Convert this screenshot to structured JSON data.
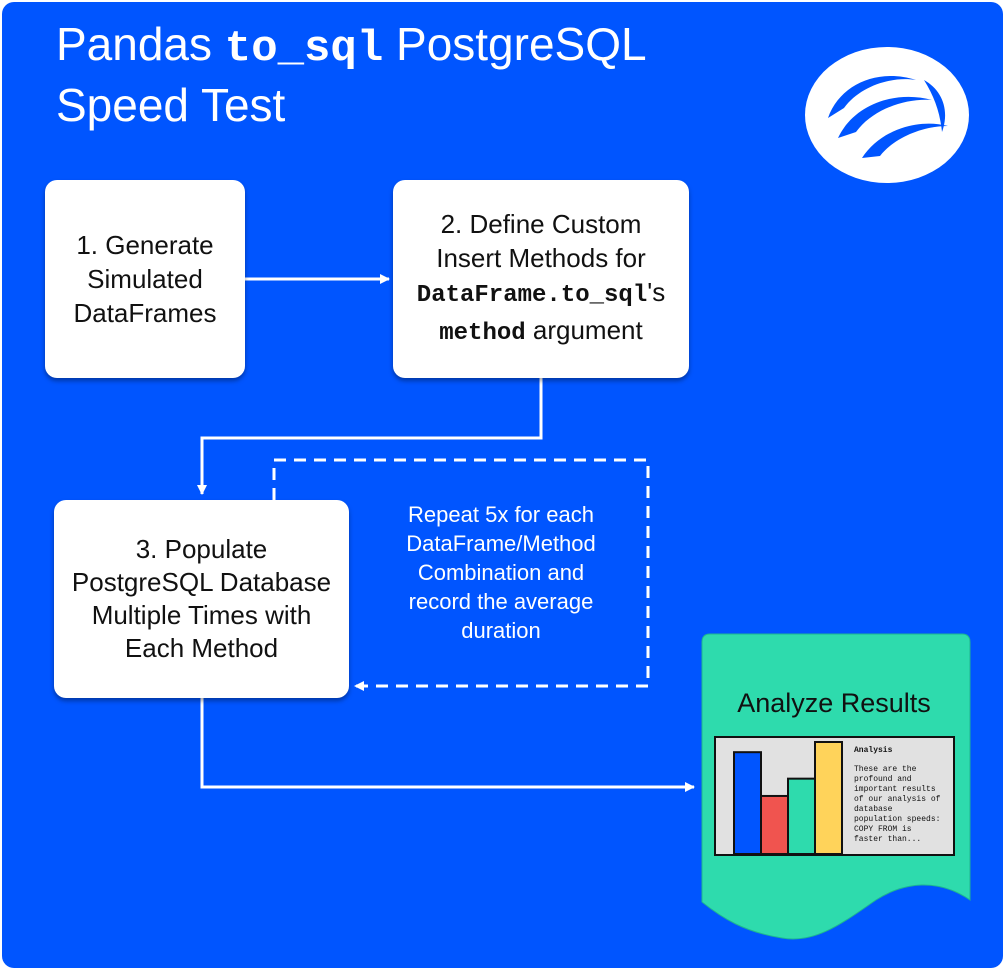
{
  "title": {
    "prefix": "Pandas ",
    "code": "to_sql",
    "line1_suffix": " PostgreSQL",
    "line2": "Speed Test"
  },
  "logo": {
    "icon": "brand-swirl-logo-icon",
    "color": "#0055ff"
  },
  "colors": {
    "background": "#0055ff",
    "box": "#ffffff",
    "document": "#2edbad",
    "arrow": "#ffffff"
  },
  "steps": {
    "generate": {
      "lines": [
        "1. Generate",
        "Simulated",
        "DataFrames"
      ]
    },
    "define": {
      "line1": "2. Define Custom",
      "line2": "Insert Methods for",
      "line3_code": "DataFrame.to_sql",
      "line3_suffix": "'s",
      "line4_code": "method",
      "line4_suffix": " argument"
    },
    "populate": {
      "lines": [
        "3. Populate",
        "PostgreSQL Database",
        "Multiple Times with",
        "Each Method"
      ]
    }
  },
  "loop": {
    "lines": [
      "Repeat 5x for each",
      "DataFrame/Method",
      "Combination and",
      "record the average",
      "duration"
    ]
  },
  "results": {
    "title": "Analyze Results",
    "report": {
      "heading": "Analysis",
      "body_lines": [
        "These are the",
        "profound and",
        "important results",
        "of our analysis of",
        "database",
        "population speeds:",
        "COPY FROM is",
        "faster than..."
      ],
      "bars": [
        {
          "value": 1.0,
          "color": "#0055ff"
        },
        {
          "value": 0.57,
          "color": "#f0544f"
        },
        {
          "value": 0.74,
          "color": "#2edbad"
        },
        {
          "value": 1.1,
          "color": "#ffd35a"
        }
      ]
    }
  }
}
